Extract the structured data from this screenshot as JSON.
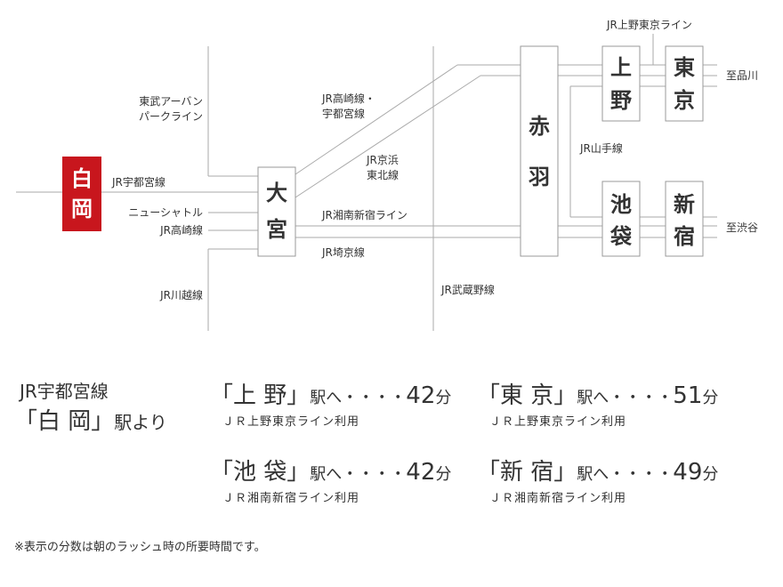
{
  "map": {
    "stations": {
      "shiraoka": [
        "白",
        "岡"
      ],
      "omiya": [
        "大",
        "宮"
      ],
      "akabane": [
        "赤",
        "羽"
      ],
      "ueno": [
        "上",
        "野"
      ],
      "tokyo": [
        "東",
        "京"
      ],
      "ikebukuro": [
        "池",
        "袋"
      ],
      "shinjuku": [
        "新",
        "宿"
      ]
    },
    "labels": {
      "tobu": [
        "東武アーバン",
        "パークライン"
      ],
      "utsunomiya": "JR宇都宮線",
      "new_shuttle": "ニューシャトル",
      "takasaki_left": "JR高崎線",
      "kawagoe": "JR川越線",
      "takasaki_utsunomiya": [
        "JR高崎線・",
        "宇都宮線"
      ],
      "keihin_tohoku": [
        "JR京浜",
        "東北線"
      ],
      "shonan_shinjuku": "JR湘南新宿ライン",
      "saikyo": "JR埼京線",
      "musashino": "JR武蔵野線",
      "yamanote": "JR山手線",
      "ueno_tokyo": "JR上野東京ライン",
      "to_shinagawa": "至品川",
      "to_shibuya": "至渋谷"
    },
    "colors": {
      "highlight": "#c8161d",
      "box_border": "#999999",
      "line": "#aaaaaa"
    }
  },
  "info": {
    "from_line": "JR宇都宮線",
    "from_station": {
      "open": "「",
      "name": "白 岡",
      "close": "」",
      "suffix": "駅より"
    },
    "destinations": [
      {
        "open": "「",
        "name": "上 野",
        "close": "」",
        "suffix": "駅へ・・・・",
        "minutes": "42",
        "unit": "分",
        "via": "ＪＲ上野東京ライン利用"
      },
      {
        "open": "「",
        "name": "東 京",
        "close": "」",
        "suffix": "駅へ・・・・",
        "minutes": "51",
        "unit": "分",
        "via": "ＪＲ上野東京ライン利用"
      },
      {
        "open": "「",
        "name": "池 袋",
        "close": "」",
        "suffix": "駅へ・・・・",
        "minutes": "42",
        "unit": "分",
        "via": "ＪＲ湘南新宿ライン利用"
      },
      {
        "open": "「",
        "name": "新 宿",
        "close": "」",
        "suffix": "駅へ・・・・",
        "minutes": "49",
        "unit": "分",
        "via": "ＪＲ湘南新宿ライン利用"
      }
    ],
    "note": "※表示の分数は朝のラッシュ時の所要時間です。"
  }
}
